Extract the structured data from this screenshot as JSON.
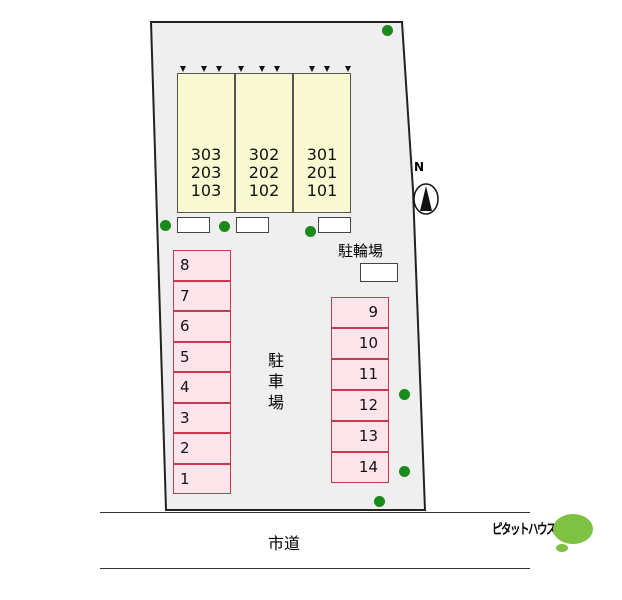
{
  "units": [
    {
      "numbers": [
        "303",
        "203",
        "103"
      ]
    },
    {
      "numbers": [
        "302",
        "202",
        "102"
      ]
    },
    {
      "numbers": [
        "301",
        "201",
        "101"
      ]
    }
  ],
  "parking_left": [
    "8",
    "7",
    "6",
    "5",
    "4",
    "3",
    "2",
    "1"
  ],
  "parking_right": [
    "9",
    "10",
    "11",
    "12",
    "13",
    "14"
  ],
  "labels": {
    "parking": "駐車場",
    "bicycle": "駐輪場",
    "road": "市道",
    "north": "N"
  },
  "logo": {
    "text": "ピタットハウス",
    "color": "#7dc242"
  },
  "colors": {
    "site": "#efefef",
    "building": "#fafad2",
    "parking": "#fde4ea",
    "parking_border": "#c8394f",
    "tree": "#1a8a1a"
  }
}
